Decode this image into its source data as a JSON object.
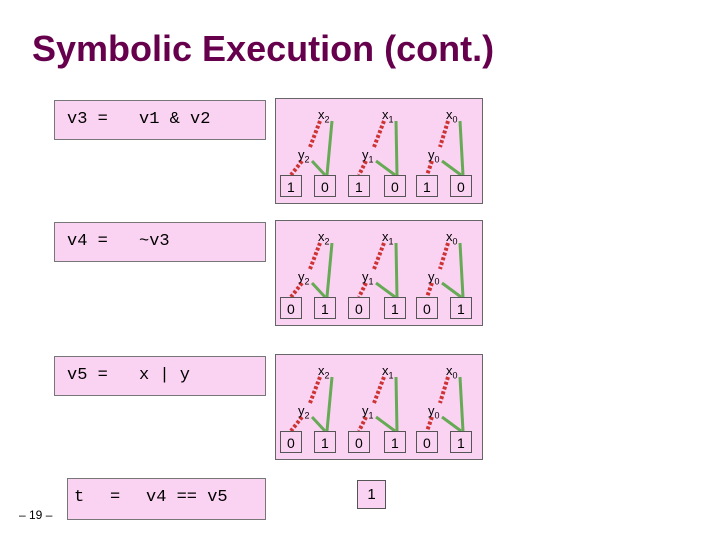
{
  "title": "Symbolic Execution (cont.)",
  "slide_number": "– 19 –",
  "equations": [
    {
      "lhs": "v3 =",
      "rhs": "v1 & v2"
    },
    {
      "lhs": "v4 =",
      "rhs": "~v3"
    },
    {
      "lhs": "v5 =",
      "rhs": "x | y"
    },
    {
      "lhs": "t",
      "eq": "=",
      "rhs": "v4 == v5"
    }
  ],
  "bdd_variables": {
    "x2": {
      "base": "x",
      "sub": "2"
    },
    "x1": {
      "base": "x",
      "sub": "1"
    },
    "x0": {
      "base": "x",
      "sub": "0"
    },
    "y2": {
      "base": "y",
      "sub": "2"
    },
    "y1": {
      "base": "y",
      "sub": "1"
    },
    "y0": {
      "base": "y",
      "sub": "0"
    }
  },
  "bdds": [
    {
      "leaves": [
        "1",
        "0",
        "1",
        "0",
        "1",
        "0"
      ]
    },
    {
      "leaves": [
        "0",
        "1",
        "0",
        "1",
        "0",
        "1"
      ]
    },
    {
      "leaves": [
        "0",
        "1",
        "0",
        "1",
        "0",
        "1"
      ]
    }
  ],
  "result": "1",
  "colors": {
    "title": "#66004d",
    "box_fill": "#fbd3f2",
    "dashed_edge": "#cc3333",
    "solid_edge": "#66aa55"
  }
}
